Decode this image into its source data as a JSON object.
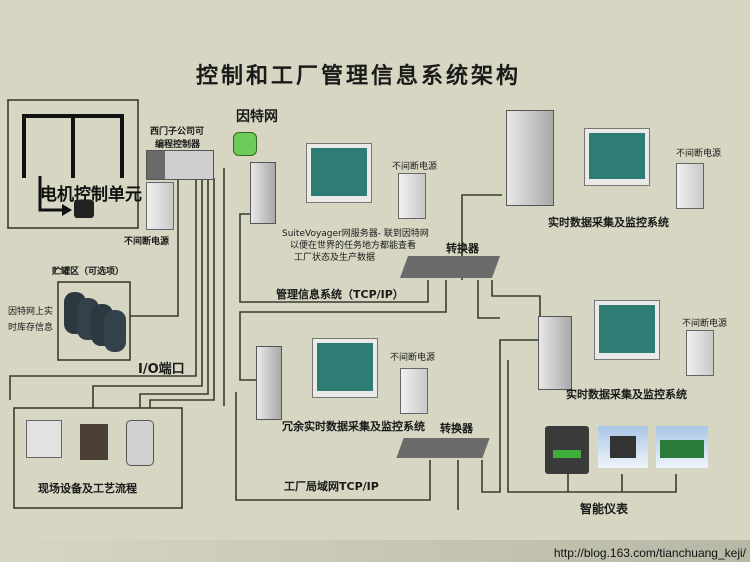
{
  "title": "控制和工厂管理信息系统架构",
  "motor_unit": {
    "label": "电机控制单元"
  },
  "plc": {
    "label_line1": "西门子公司可",
    "label_line2": "编程控制器"
  },
  "ups_label": "不间断电源",
  "internet": {
    "label": "因特网"
  },
  "web_server": {
    "caption_line1": "SuiteVoyager网服务器- 联到因特网",
    "caption_line2": "以便在世界的任务地方都能查看",
    "caption_line3": "工厂状态及生产数据"
  },
  "switch_label": "转换器",
  "mis_network": "管理信息系统（TCP/IP）",
  "storage": {
    "label": "贮罐区（可选项）",
    "note_line1": "因特网上实",
    "note_line2": "时库存信息"
  },
  "io_port": "I/O端口",
  "field": {
    "label": "现场设备及工艺流程"
  },
  "scada_top": {
    "label": "实时数据采集及监控系统"
  },
  "scada_right": {
    "label": "实时数据采集及监控系统"
  },
  "redundant_scada": {
    "label": "冗余实时数据采集及监控系统"
  },
  "plant_lan": "工厂局域网TCP/IP",
  "instruments": {
    "label": "智能仪表"
  },
  "watermark": "http://blog.163.com/tianchuang_keji/",
  "colors": {
    "background": "#d6d6c2",
    "internet_cloud": "#6ecb5a",
    "screen": "#2e7d75",
    "wire": "#3a3a30"
  }
}
